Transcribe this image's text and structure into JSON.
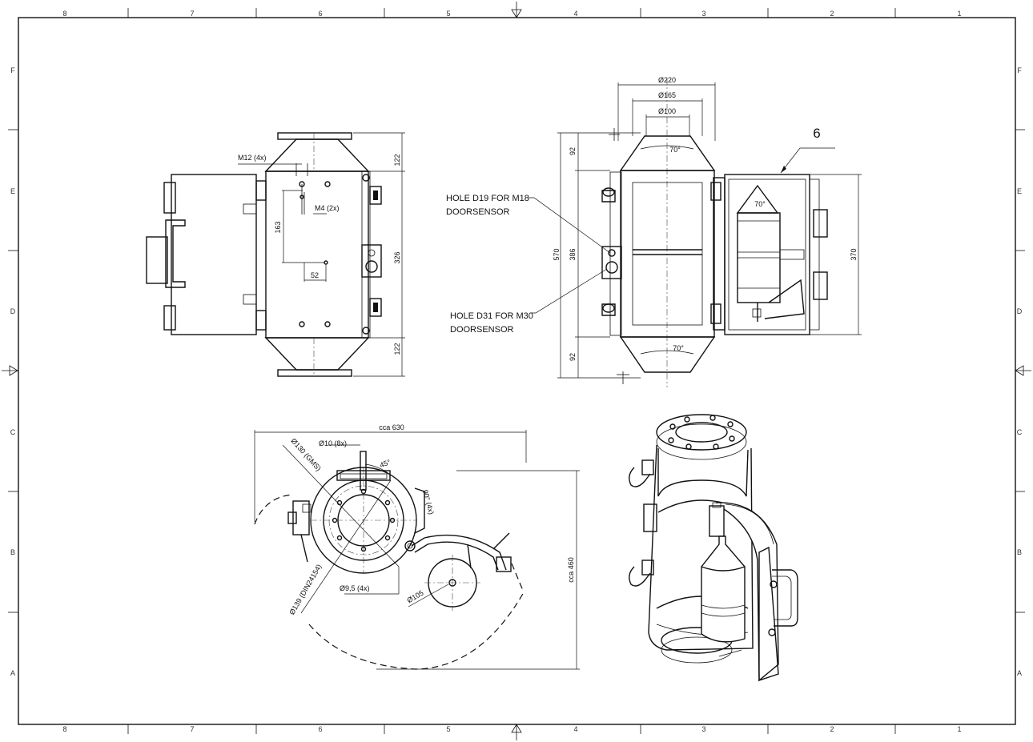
{
  "sheet": {
    "column_labels": [
      "8",
      "7",
      "6",
      "5",
      "4",
      "3",
      "2",
      "1"
    ],
    "row_labels": [
      "F",
      "E",
      "D",
      "C",
      "B",
      "A"
    ]
  },
  "front_view": {
    "dims": {
      "m12": "M12 (4x)",
      "m4": "M4 (2x)",
      "d163": "163",
      "d52": "52",
      "d122_top": "122",
      "d326": "326",
      "d122_bottom": "122"
    }
  },
  "side_view": {
    "dims": {
      "d220": "Ø220",
      "d165": "Ø165",
      "d100": "Ø100",
      "angle_top": "70°",
      "angle_bottom": "70°",
      "angle_cone": "70°",
      "d92_top": "92",
      "d570": "570",
      "d386": "386",
      "d92_bottom": "92",
      "d370": "370"
    },
    "notes": {
      "hole_d19_line1": "HOLE D19 FOR M18",
      "hole_d19_line2": "DOORSENSOR",
      "hole_d31_line1": "HOLE D31 FOR M30",
      "hole_d31_line2": "DOORSENSOR"
    },
    "item_number": "6"
  },
  "top_view": {
    "dims": {
      "cca630": "cca 630",
      "d10": "Ø10 (8x)",
      "d130": "Ø130 (GMS)",
      "angle45": "45°",
      "angle90": "90° (4x)",
      "d139": "Ø139 (DIN24154)",
      "d95": "Ø9,5 (4x)",
      "d105": "Ø105",
      "cca460": "cca 460"
    }
  }
}
